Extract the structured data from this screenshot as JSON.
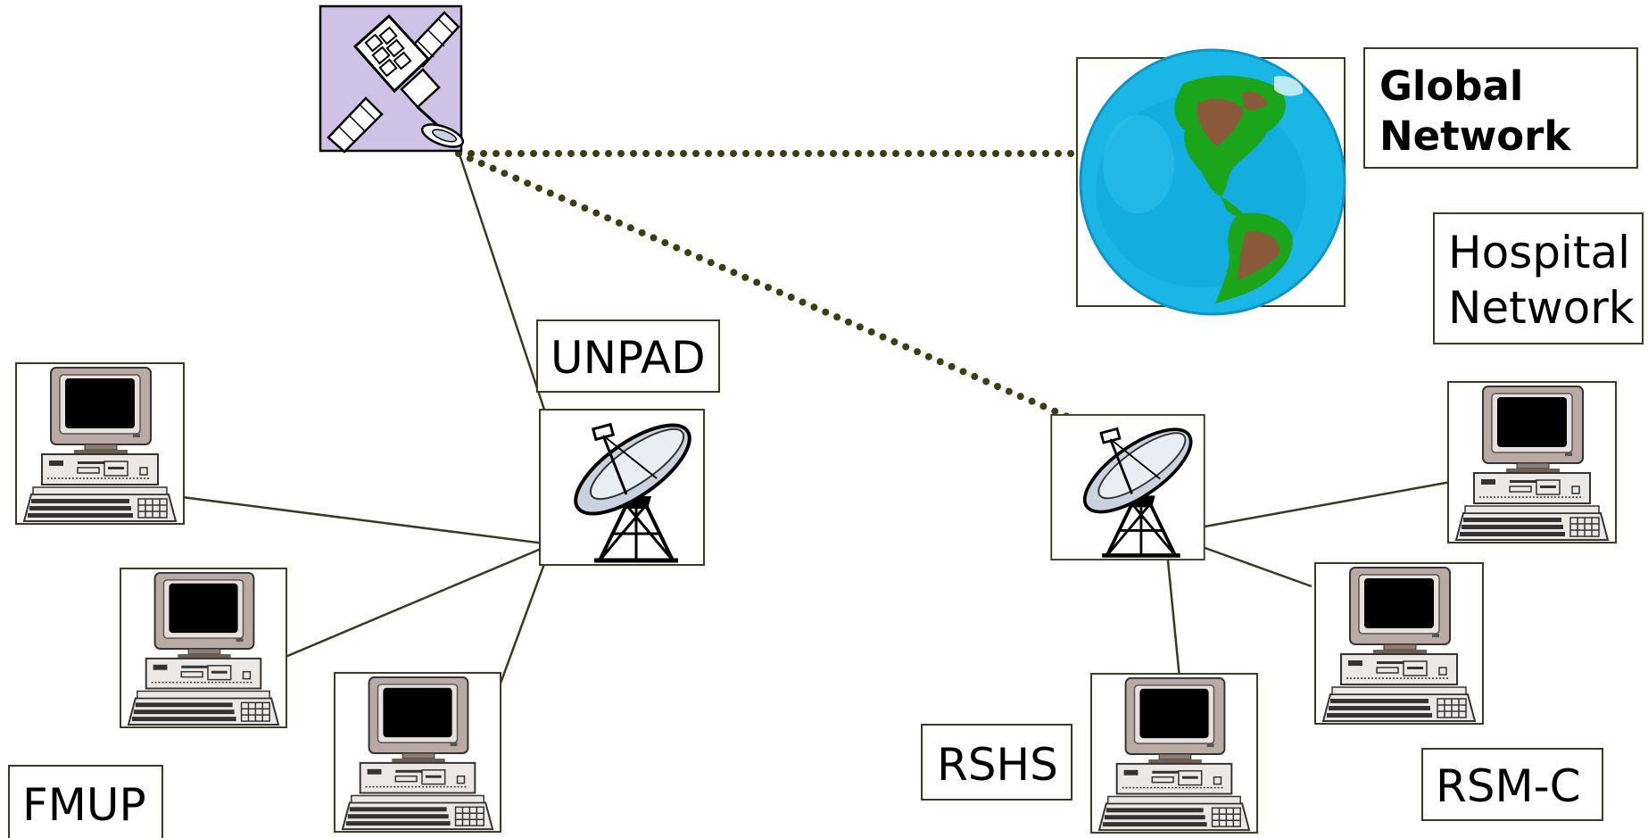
{
  "labels": {
    "global": [
      "Global",
      "Network"
    ],
    "hospital": [
      "Hospital",
      "Network"
    ],
    "unpad": "UNPAD",
    "rshs": "RSHS",
    "rsmc": "RSM-C",
    "fmup": "FMUP"
  },
  "colors": {
    "link": "#3a3a1e",
    "dotted_link": "#3d3d12",
    "satellite_bg": "#cfc2e6",
    "ocean": "#19b6e6",
    "land_green": "#1aa51a",
    "land_brown": "#8a5a3a",
    "monitor_case": "#b9aba3",
    "dish": "#c9d3e0"
  },
  "icons": {
    "satellite": "satellite-icon",
    "globe": "globe-icon",
    "dish": "satellite-dish-icon",
    "computer": "desktop-computer-icon"
  }
}
